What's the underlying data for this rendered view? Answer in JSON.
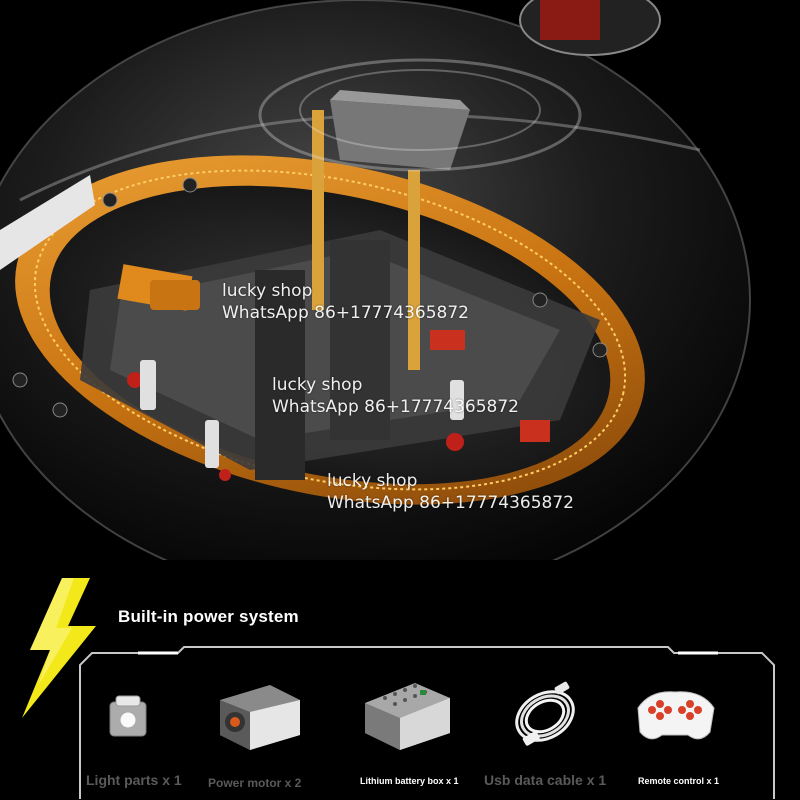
{
  "watermarks": [
    {
      "line1": "lucky shop",
      "line2": "WhatsApp 86+17774365872"
    },
    {
      "line1": "lucky shop",
      "line2": "WhatsApp 86+17774365872"
    },
    {
      "line1": "lucky shop",
      "line2": "WhatsApp 86+17774365872"
    }
  ],
  "section": {
    "title": "Built-in power system"
  },
  "parts": [
    {
      "label": "Light parts x 1",
      "icon": "light-part-icon"
    },
    {
      "label": "Power motor x 2",
      "icon": "motor-icon"
    },
    {
      "label": "Lithium battery box x 1",
      "icon": "battery-box-icon"
    },
    {
      "label": "Usb data cable x 1",
      "icon": "usb-cable-icon"
    },
    {
      "label": "Remote control x 1",
      "icon": "remote-control-icon"
    }
  ],
  "colors": {
    "background": "#000000",
    "bolt": "#f2e81a",
    "gear": "#d98a1c",
    "frame": "#c8c8c8"
  }
}
